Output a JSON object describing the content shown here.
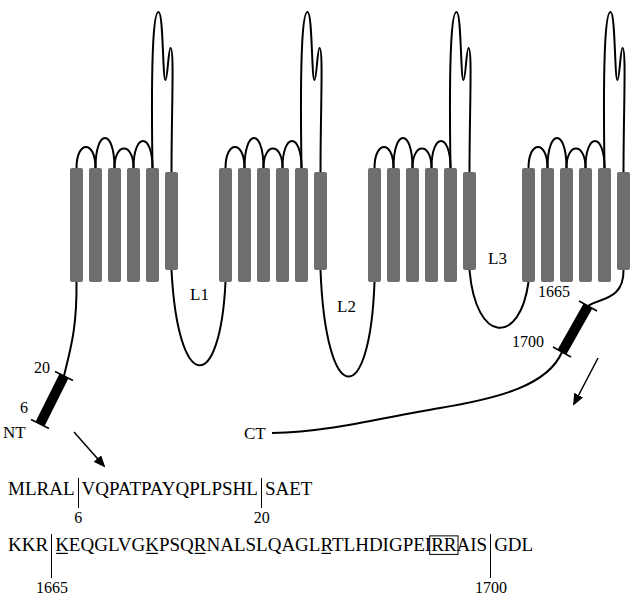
{
  "diagram": {
    "labels": [
      "20",
      "6",
      "NT",
      "L1",
      "L2",
      "L3",
      "1665",
      "1700",
      "CT",
      "MLRAL",
      "VQPATPAYQPLPSHL",
      "SAET",
      "6",
      "20",
      "KKR",
      "KEQGLVGKPSQRNALSLQAGLRTLHDIGPEIRRAIS",
      "GDL",
      "1665",
      "1700"
    ]
  }
}
